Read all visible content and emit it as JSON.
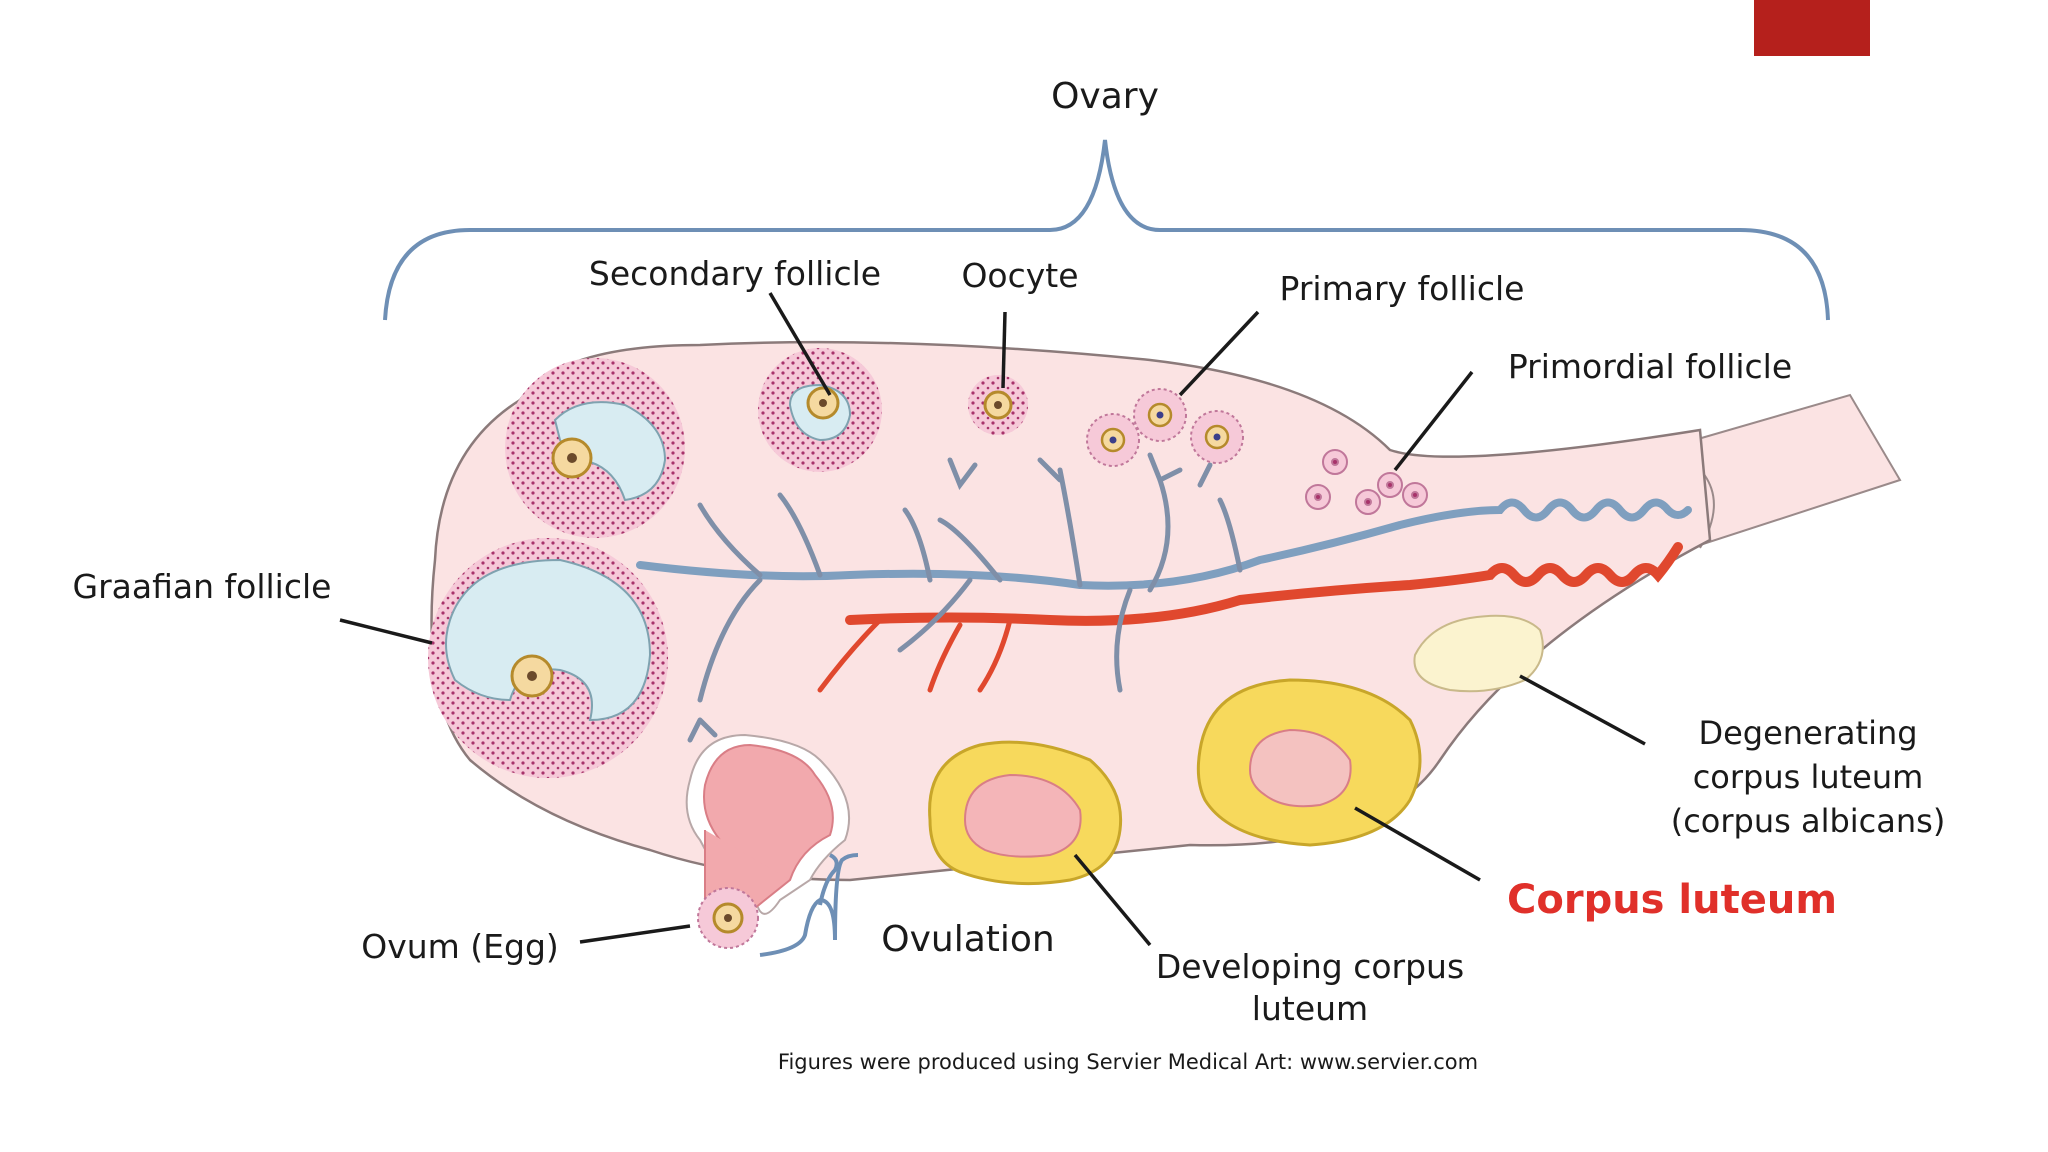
{
  "diagram": {
    "title": "Ovary",
    "labels": {
      "secondary_follicle": "Secondary follicle",
      "oocyte": "Oocyte",
      "primary_follicle": "Primary follicle",
      "primordial_follicle": "Primordial follicle",
      "graafian_follicle": "Graafian follicle",
      "degenerating_line1": "Degenerating",
      "degenerating_line2": "corpus luteum",
      "degenerating_line3": "(corpus albicans)",
      "corpus_luteum": "Corpus luteum",
      "ovum": "Ovum (Egg)",
      "ovulation": "Ovulation",
      "developing_line1": "Developing corpus",
      "developing_line2": "luteum"
    },
    "credit": "Figures were produced using Servier Medical Art: www.servier.com"
  },
  "colors": {
    "accent_tab": "#b5201c",
    "highlight_label": "#e0302a",
    "bracket": "#6e8fb5",
    "ovary_fill": "#fbe3e3",
    "artery": "#e0482e",
    "vein": "#7f9fbf",
    "corpus_luteum": "#f7d95c"
  }
}
